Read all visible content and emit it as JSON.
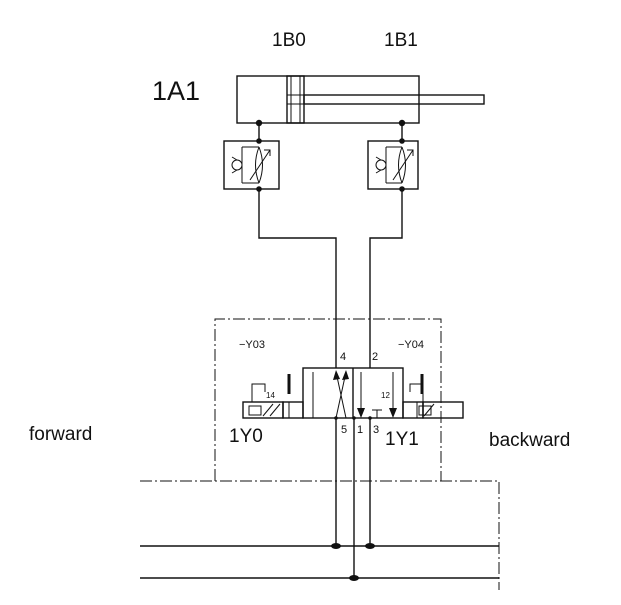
{
  "labels": {
    "cylinder": "1A1",
    "sensor_left": "1B0",
    "sensor_right": "1B1",
    "solenoid_left": "1Y0",
    "solenoid_right": "1Y1",
    "signal_left": "−Y03",
    "signal_right": "−Y04",
    "port_4": "4",
    "port_2": "2",
    "port_5": "5",
    "port_1": "1",
    "port_3": "3",
    "pilot_14": "14",
    "pilot_12": "12",
    "forward": "forward",
    "backward": "backward"
  }
}
